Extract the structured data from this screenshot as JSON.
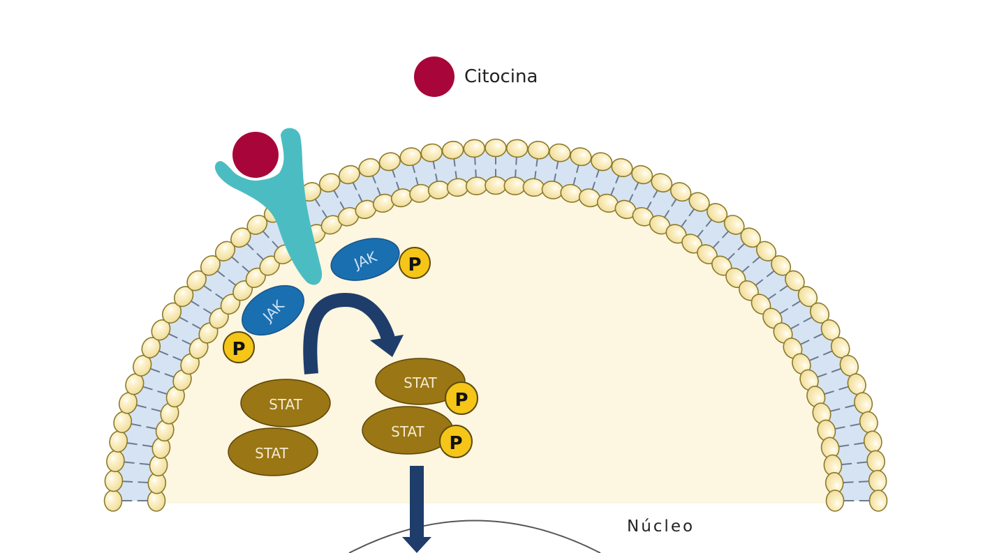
{
  "legend": {
    "cytokine_label": "Citocina"
  },
  "labels": {
    "jak_top": "JAK",
    "jak_left": "JAK",
    "stat_left_top": "STAT",
    "stat_left_bottom": "STAT",
    "stat_right_top": "STAT",
    "stat_right_bottom": "STAT",
    "phosphate": "P",
    "nucleus": "Núcleo"
  },
  "colors": {
    "cytokine": "#a8063a",
    "receptor": "#4bbdc2",
    "jak": "#1a6fb0",
    "stat": "#9a7614",
    "phosphate": "#f5c518",
    "arrow": "#1f3d6b",
    "cytoplasm": "#fdf6e0",
    "lipid_head": "#f6e7b0",
    "lipid_tail_zone": "#d6e3f2"
  }
}
